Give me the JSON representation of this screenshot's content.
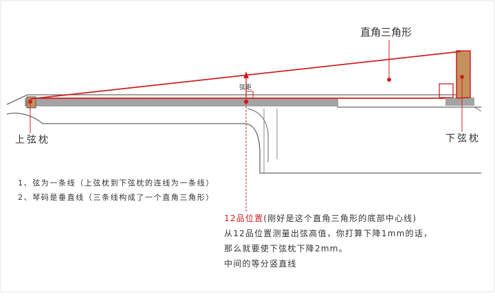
{
  "labels": {
    "triangle": "直角三角形",
    "upper_nut": "上弦枕",
    "lower_nut": "下弦枕",
    "string_height": "弦距"
  },
  "notes": [
    "1、弦为一条线（上弦枕到下弦枕的连线为一条线）",
    "2、琴码是垂直线（三条线构成了一个直角三角形）"
  ],
  "annotation": {
    "highlight": "12品位置",
    "highlight_rest": "(刚好是这个直角三角形的底部中心线)",
    "line2": "从12品位置测量出弦高值，你打算下降1mm的话，",
    "line3": "那么就要使下弦枕下降2mm。",
    "line4": "中间的等分竖直线"
  },
  "colors": {
    "red": "#cc1f1f",
    "wood": "#c4925e",
    "grey": "#a3a3a3",
    "outline": "#555555",
    "text": "#333333"
  }
}
